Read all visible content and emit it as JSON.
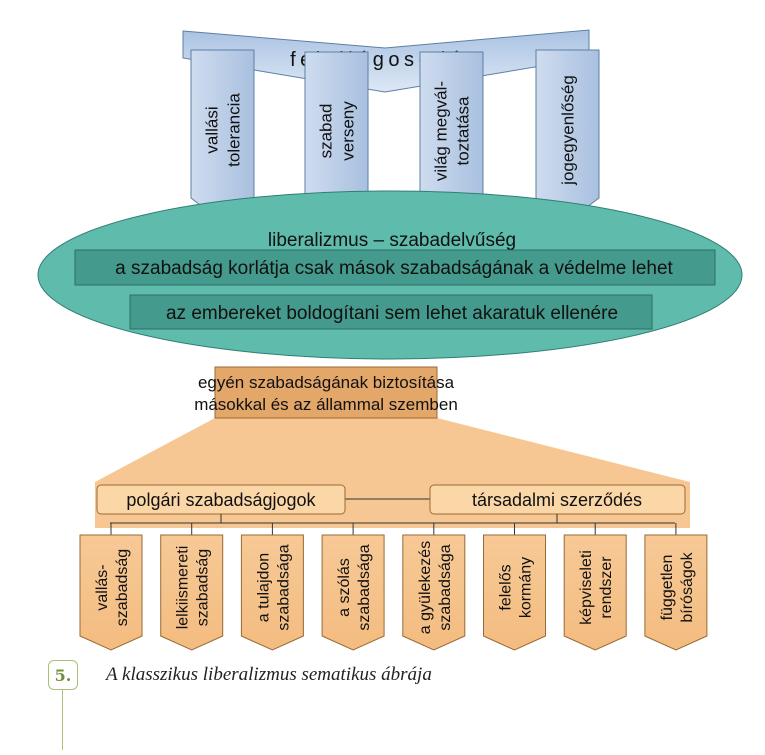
{
  "top_banner": {
    "label": "felvilágosodás"
  },
  "pillars": [
    {
      "lines": [
        "vallási",
        "tolerancia"
      ]
    },
    {
      "lines": [
        "szabad",
        "verseny"
      ]
    },
    {
      "lines": [
        "világ megvál-",
        "toztatása"
      ]
    },
    {
      "lines": [
        "jogegyenlőség"
      ]
    }
  ],
  "ellipse": {
    "title": "liberalizmus – szabadelvűség",
    "statements": [
      "a szabadság korlátja csak mások szabadságának a védelme lehet",
      "az embereket boldogítani sem lehet akaratuk ellenére"
    ]
  },
  "core": {
    "line1": "egyén szabadságának biztosítása",
    "line2": "másokkal és az állammal szemben"
  },
  "branches": {
    "left": "polgári szabadságjogok",
    "right": "társadalmi szerződés"
  },
  "leaves": [
    {
      "lines": [
        "vallás-",
        "szabadság"
      ]
    },
    {
      "lines": [
        "lelkiismereti",
        "szabadság"
      ]
    },
    {
      "lines": [
        "a tulajdon",
        "szabadsága"
      ]
    },
    {
      "lines": [
        "a szólás",
        "szabadsága"
      ]
    },
    {
      "lines": [
        "a gyülekezés",
        "szabadsága"
      ]
    },
    {
      "lines": [
        "felelős",
        "kormány"
      ]
    },
    {
      "lines": [
        "képviseleti",
        "rendszer"
      ]
    },
    {
      "lines": [
        "független",
        "bíróságok"
      ]
    }
  ],
  "caption": {
    "number": "5.",
    "text": "A klasszikus liberalizmus sematikus ábrája"
  },
  "colors": {
    "blue_fill": "#b8cde6",
    "blue_stroke": "#5d7fa6",
    "teal_fill": "#59b8a9",
    "teal_box": "#3f9486",
    "orange_fill": "#f4c48f",
    "orange_box": "#e6ac6e",
    "orange_stroke": "#9a6a35",
    "caption_accent": "#a8c27a"
  }
}
